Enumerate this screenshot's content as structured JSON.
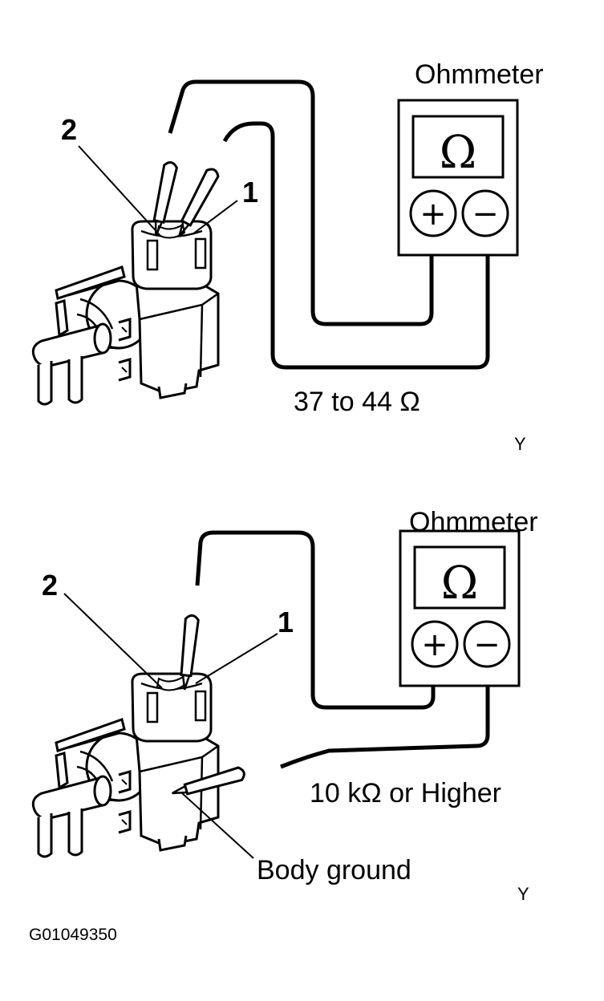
{
  "figure_code": "G01049350",
  "panels": [
    {
      "id": "resistance-test",
      "meter_label": "Ohmmeter",
      "meter_symbol": "Ω",
      "plus_symbol": "+",
      "minus_symbol": "−",
      "terminal_1_label": "1",
      "terminal_2_label": "2",
      "spec_text": "37 to 44 Ω",
      "corner_mark": "Y"
    },
    {
      "id": "insulation-test",
      "meter_label": "Ohmmeter",
      "meter_symbol": "Ω",
      "plus_symbol": "+",
      "minus_symbol": "−",
      "terminal_1_label": "1",
      "terminal_2_label": "2",
      "spec_text": "10 kΩ or Higher",
      "ground_label": "Body ground",
      "corner_mark": "Y"
    }
  ]
}
